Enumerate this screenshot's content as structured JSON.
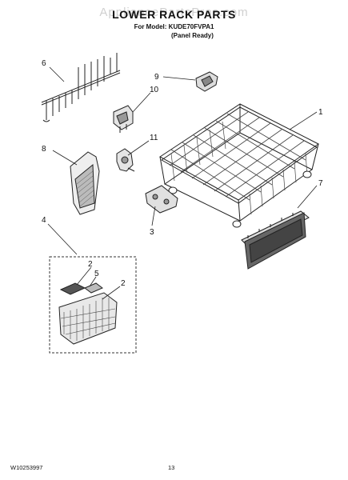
{
  "header": {
    "watermark": "AppliancePartsPros.com",
    "title": "LOWER RACK PARTS",
    "model_line": "For Model: KUDE70FVPA1",
    "model_sub": "(Panel Ready)"
  },
  "callouts": [
    "1",
    "2",
    "2",
    "3",
    "4",
    "5",
    "6",
    "7",
    "8",
    "9",
    "10",
    "11"
  ],
  "footer": {
    "doc_number": "W10253997",
    "page_number": "13"
  }
}
